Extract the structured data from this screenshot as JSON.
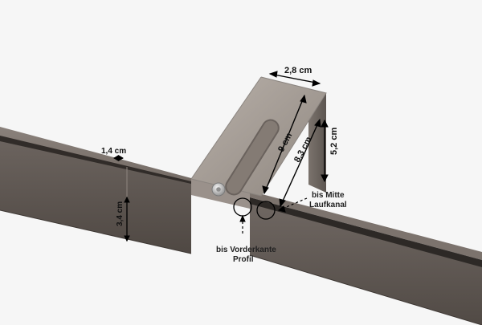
{
  "colors": {
    "background": "#f6f6f6",
    "rail_top": "#7c736d",
    "rail_front": "#5d5550",
    "rail_groove": "#2f2a27",
    "bracket_face": "#a49b94",
    "bracket_side": "#6e6761",
    "measure_line": "#000000"
  },
  "dimensions": {
    "width_top": "2,8 cm",
    "depth_slot": "9 cm",
    "depth_mid": "8,3 cm",
    "height_side": "5,2 cm",
    "rail_width": "1,4 cm",
    "rail_height": "3,4 cm"
  },
  "notes": {
    "front_line1": "bis Vorderkante",
    "front_line2": "Profil",
    "mid_line1": "bis Mitte",
    "mid_line2": "Laufkanal"
  },
  "icons": {
    "screw": "screw-icon"
  }
}
